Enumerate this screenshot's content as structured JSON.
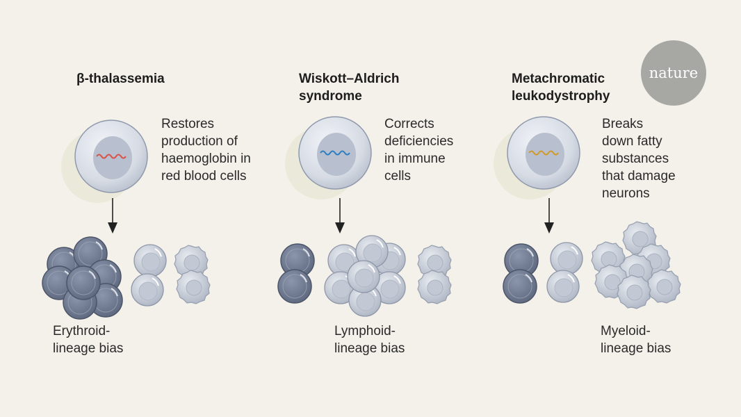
{
  "logo": "nature",
  "panels": [
    {
      "title": "β-thalassemia",
      "description": [
        "Restores",
        "production of",
        "haemoglobin in",
        "red blood cells"
      ],
      "label": [
        "Erythroid-",
        "lineage bias"
      ],
      "gene_color": "#d9534a"
    },
    {
      "title_lines": [
        "Wiskott–Aldrich",
        "syndrome"
      ],
      "description": [
        "Corrects",
        "deficiencies",
        "in immune",
        "cells"
      ],
      "label": [
        "Lymphoid-",
        "lineage bias"
      ],
      "gene_color": "#2f7fc1"
    },
    {
      "title_lines": [
        "Metachromatic",
        "leukodystrophy"
      ],
      "description": [
        "Breaks",
        "down fatty",
        "substances",
        "that damage",
        "neurons"
      ],
      "label": [
        "Myeloid-",
        "lineage bias"
      ],
      "gene_color": "#d29a2b"
    }
  ]
}
